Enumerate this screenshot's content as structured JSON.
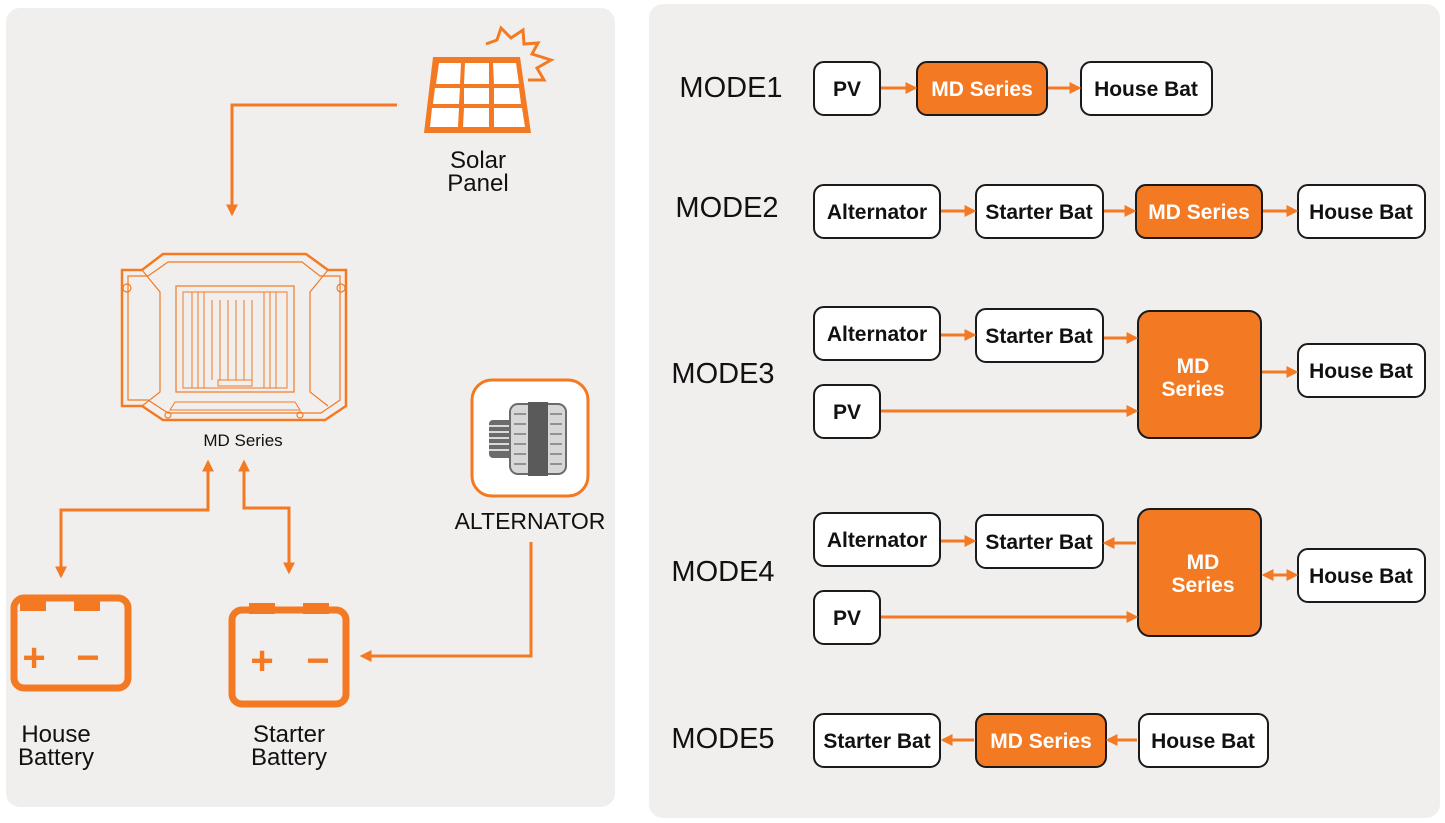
{
  "left": {
    "solar_label_1": "Solar",
    "solar_label_2": "Panel",
    "device_label": "MD Series",
    "alternator_label": "ALTERNATOR",
    "house_label_1": "House",
    "house_label_2": "Battery",
    "starter_label_1": "Starter",
    "starter_label_2": "Battery",
    "battery_plus": "+",
    "battery_minus": "−"
  },
  "modes": [
    {
      "label": "MODE1",
      "boxes": [
        "PV",
        "MD Series",
        "House Bat"
      ]
    },
    {
      "label": "MODE2",
      "boxes": [
        "Alternator",
        "Starter Bat",
        "MD Series",
        "House Bat"
      ]
    },
    {
      "label": "MODE3",
      "boxes": [
        "Alternator",
        "Starter Bat",
        "PV",
        "MD",
        "Series",
        "House Bat"
      ]
    },
    {
      "label": "MODE4",
      "boxes": [
        "Alternator",
        "Starter Bat",
        "PV",
        "MD",
        "Series",
        "House Bat"
      ]
    },
    {
      "label": "MODE5",
      "boxes": [
        "Starter Bat",
        "MD Series",
        "House Bat"
      ]
    }
  ],
  "colors": {
    "accent": "#f37a22",
    "panel": "#f1efee",
    "text": "#111111"
  }
}
